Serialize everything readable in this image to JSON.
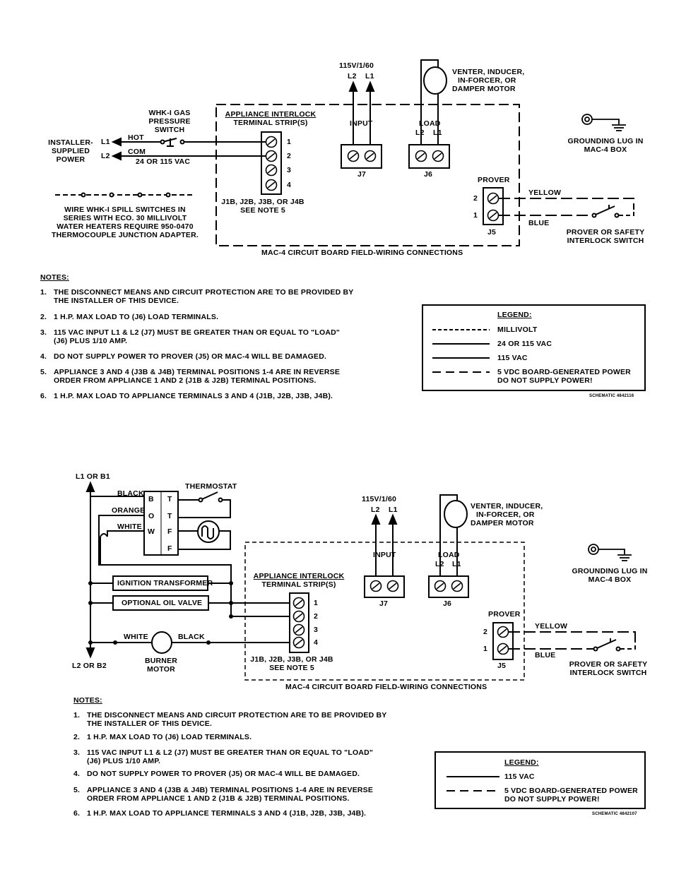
{
  "d1": {
    "supply_header": "115V/1/60",
    "supply_l2": "L2",
    "supply_l1": "L1",
    "motor_label": [
      "VENTER, INDUCER,",
      "IN-FORCER, OR",
      "DAMPER MOTOR"
    ],
    "gas_switch_label": [
      "WHK-I GAS",
      "PRESSURE",
      "SWITCH"
    ],
    "strip_label": [
      "APPLIANCE INTERLOCK",
      "TERMINAL STRIP(S)"
    ],
    "input_label": "INPUT",
    "load_label": "LOAD",
    "load_l2": "L2",
    "load_l1": "L1",
    "installer_label": [
      "INSTALLER-",
      "SUPPLIED",
      "POWER"
    ],
    "l1": "L1",
    "l2": "L2",
    "hot": "HOT",
    "com": "COM",
    "voltage": "24 OR 115 VAC",
    "terminals": [
      "1",
      "2",
      "3",
      "4"
    ],
    "j7": "J7",
    "j6": "J6",
    "grounding": [
      "GROUNDING LUG IN",
      "MAC-4 BOX"
    ],
    "prover": "PROVER",
    "yellow": "YELLOW",
    "blue": "BLUE",
    "prover_pins": [
      "2",
      "1"
    ],
    "j5": "J5",
    "prover_switch": [
      "PROVER OR SAFETY",
      "INTERLOCK SWITCH"
    ],
    "spill_note": [
      "WIRE WHK-I SPILL SWITCHES IN",
      "SERIES WITH ECO. 30 MILLIVOLT",
      "WATER HEATERS REQUIRE 950-0470",
      "THERMOCOUPLE JUNCTION ADAPTER."
    ],
    "jlabel": [
      "J1B, J2B, J3B, OR J4B",
      "SEE NOTE 5"
    ],
    "board_caption": "MAC-4 CIRCUIT BOARD FIELD-WIRING CONNECTIONS",
    "notes_title": "NOTES:",
    "notes": [
      {
        "num": "1.",
        "lines": [
          "THE DISCONNECT MEANS AND CIRCUIT PROTECTION ARE TO BE PROVIDED BY",
          "THE INSTALLER OF THIS DEVICE."
        ]
      },
      {
        "num": "2.",
        "lines": [
          "1 H.P. MAX LOAD TO (J6) LOAD TERMINALS."
        ]
      },
      {
        "num": "3.",
        "lines": [
          "115 VAC INPUT L1 & L2 (J7) MUST BE GREATER THAN OR EQUAL TO \"LOAD\"",
          "(J6) PLUS 1/10 AMP."
        ]
      },
      {
        "num": "4.",
        "lines": [
          "DO NOT SUPPLY POWER TO PROVER (J5) OR MAC-4 WILL BE DAMAGED."
        ]
      },
      {
        "num": "5.",
        "lines": [
          "APPLIANCE 3 AND 4 (J3B & J4B) TERMINAL POSITIONS 1-4 ARE IN REVERSE",
          "ORDER FROM APPLIANCE 1 AND 2 (J1B & J2B) TERMINAL POSITIONS."
        ]
      },
      {
        "num": "6.",
        "lines": [
          "1 H.P. MAX LOAD TO APPLIANCE TERMINALS 3 AND 4 (J1B, J2B, J3B, J4B)."
        ]
      }
    ],
    "legend_title": "LEGEND:",
    "legend": [
      "MILLIVOLT",
      "24 OR 115 VAC",
      "115 VAC",
      "5 VDC BOARD-GENERATED POWER",
      "DO NOT SUPPLY POWER!"
    ],
    "schematic": "SCHEMATIC 4842116"
  },
  "d2": {
    "l1b1": "L1 OR B1",
    "l2b2": "L2 OR B2",
    "black": "BLACK",
    "orange": "ORANGE",
    "white": "WHITE",
    "thermostat": "THERMOSTAT",
    "block_left": [
      "B",
      "O",
      "W"
    ],
    "block_right": [
      "T",
      "T",
      "F",
      "F"
    ],
    "supply_header": "115V/1/60",
    "supply_l2": "L2",
    "supply_l1": "L1",
    "motor_label": [
      "VENTER, INDUCER,",
      "IN-FORCER, OR",
      "DAMPER MOTOR"
    ],
    "input_label": "INPUT",
    "load_label": "LOAD",
    "load_l2": "L2",
    "load_l1": "L1",
    "grounding": [
      "GROUNDING LUG IN",
      "MAC-4 BOX"
    ],
    "strip_label": [
      "APPLIANCE INTERLOCK",
      "TERMINAL STRIP(S)"
    ],
    "ignition": "IGNITION TRANSFORMER",
    "oil_valve": "OPTIONAL OIL VALVE",
    "terminals": [
      "1",
      "2",
      "3",
      "4"
    ],
    "j7": "J7",
    "j6": "J6",
    "prover": "PROVER",
    "yellow": "YELLOW",
    "blue": "BLUE",
    "prover_pins": [
      "2",
      "1"
    ],
    "j5": "J5",
    "prover_switch": [
      "PROVER OR SAFETY",
      "INTERLOCK SWITCH"
    ],
    "motor_white": "WHITE",
    "motor_black": "BLACK",
    "burner": [
      "BURNER",
      "MOTOR"
    ],
    "jlabel": [
      "J1B, J2B, J3B, OR J4B",
      "SEE NOTE 5"
    ],
    "board_caption": "MAC-4 CIRCUIT BOARD FIELD-WIRING CONNECTIONS",
    "notes_title": "NOTES:",
    "notes": [
      {
        "num": "1.",
        "lines": [
          "THE DISCONNECT MEANS AND CIRCUIT PROTECTION ARE TO BE PROVIDED BY",
          "THE INSTALLER OF THIS DEVICE."
        ]
      },
      {
        "num": "2.",
        "lines": [
          "1 H.P. MAX LOAD TO (J6) LOAD TERMINALS."
        ]
      },
      {
        "num": "3.",
        "lines": [
          "115 VAC INPUT L1 & L2 (J7) MUST BE GREATER THAN OR EQUAL TO \"LOAD\"",
          "(J6) PLUS 1/10 AMP."
        ]
      },
      {
        "num": "4.",
        "lines": [
          "DO NOT SUPPLY POWER TO PROVER (J5) OR MAC-4 WILL BE DAMAGED."
        ]
      },
      {
        "num": "5.",
        "lines": [
          "APPLIANCE 3 AND 4 (J3B & J4B) TERMINAL POSITIONS 1-4 ARE IN REVERSE",
          "ORDER FROM APPLIANCE 1 AND 2 (J1B & J2B) TERMINAL POSITIONS."
        ]
      },
      {
        "num": "6.",
        "lines": [
          "1 H.P. MAX LOAD TO APPLIANCE TERMINALS 3 AND 4 (J1B, J2B, J3B, J4B)."
        ]
      }
    ],
    "legend_title": "LEGEND:",
    "legend": [
      "115 VAC",
      "5 VDC BOARD-GENERATED POWER",
      "DO NOT SUPPLY POWER!"
    ],
    "schematic": "SCHEMATIC 4842107"
  }
}
